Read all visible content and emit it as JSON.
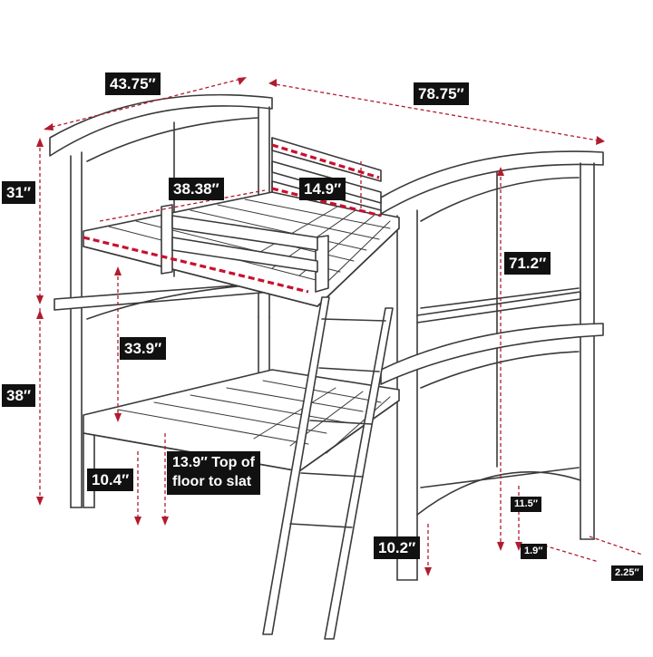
{
  "colors": {
    "frame": "#3a3a3a",
    "dimension": "#b01c2e",
    "slat_highlight": "#c8102e",
    "label_bg": "#111111",
    "label_text": "#ffffff"
  },
  "dimensions": {
    "width": "43.75″",
    "length": "78.75″",
    "top_bunk_height": "31″",
    "lower_section_height": "38″",
    "guardrail_length": "38.38″",
    "guardrail_height": "14.9″",
    "overall_height": "71.2″",
    "bunk_clearance": "33.9″",
    "slat_height_label": "13.9″ Top of\nfloor to slat",
    "under_bed_clearance": "10.4″",
    "end_rail_clearance": "10.2″",
    "foot_height": "11.5″",
    "post_width": "1.9″",
    "post_depth": "2.25″"
  }
}
